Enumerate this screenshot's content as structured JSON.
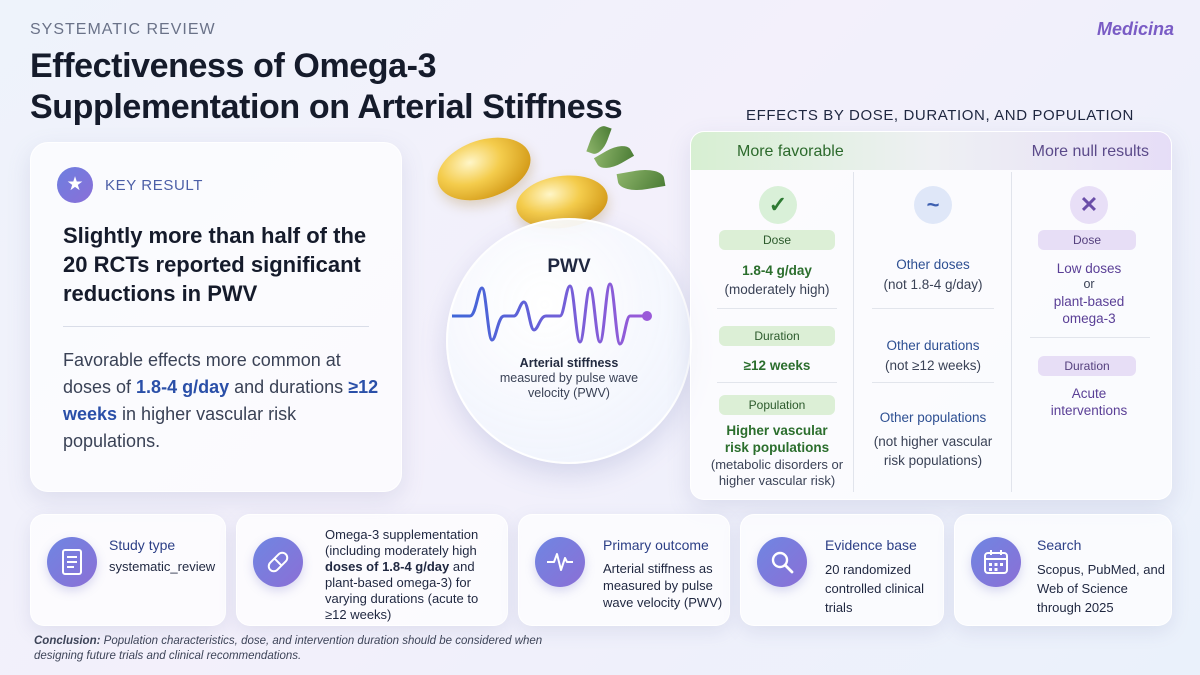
{
  "eyebrow": "SYSTEMATIC REVIEW",
  "journal": "Medicina",
  "title": "Effectiveness of Omega-3 Supplementation on Arterial Stiffness",
  "key_result": {
    "icon": "star-icon",
    "label": "KEY RESULT",
    "headline": "Slightly more than half of the 20 RCTs reported significant reductions in PWV",
    "body_1": "Favorable effects more common at doses of ",
    "body_dose": "1.8-4 g/day",
    "body_2": " and durations ",
    "body_duration": "≥12 weeks",
    "body_3": " in higher vascular risk populations."
  },
  "pwv": {
    "title": "PWV",
    "caption_1": "Arterial stiffness",
    "caption_2": "measured by pulse wave velocity (PWV)"
  },
  "effects": {
    "heading": "EFFECTS BY DOSE, DURATION, AND POPULATION",
    "favorable_label": "More favorable",
    "null_label": "More null results",
    "favorable": {
      "icon": "check-icon",
      "dose_tag": "Dose",
      "dose_value": "1.8-4 g/day",
      "dose_note": "(moderately high)",
      "duration_tag": "Duration",
      "duration_value": "≥12 weeks",
      "population_tag": "Population",
      "population_value": "Higher vascular risk populations",
      "population_note": "(metabolic disorders or higher vascular risk)"
    },
    "neutral": {
      "icon": "tilde-icon",
      "dose_value": "Other doses",
      "dose_note": "(not 1.8-4 g/day)",
      "duration_value": "Other durations",
      "duration_note": "(not ≥12 weeks)",
      "population_value": "Other populations",
      "population_note": "(not higher vascular risk populations)"
    },
    "null": {
      "icon": "x-icon",
      "dose_tag": "Dose",
      "dose_value_1": "Low doses",
      "dose_or": "or",
      "dose_value_2": "plant-based omega-3",
      "duration_tag": "Duration",
      "duration_value": "Acute interventions"
    }
  },
  "cards": {
    "study_type": {
      "icon": "document-icon",
      "title": "Study type",
      "body": "systematic_review"
    },
    "intervention": {
      "icon": "capsule-icon",
      "body_1": "Omega-3 supplementation (including moderately high ",
      "body_bold": "doses of 1.8-4 g/day",
      "body_2": " and plant-based omega-3) for varying durations (acute to ≥12 weeks)"
    },
    "outcome": {
      "icon": "pulse-icon",
      "title": "Primary outcome",
      "body": "Arterial stiffness as measured by pulse wave velocity (PWV)"
    },
    "evidence": {
      "icon": "magnifier-icon",
      "title": "Evidence base",
      "body": "20 randomized controlled clinical trials"
    },
    "search": {
      "icon": "calendar-icon",
      "title": "Search",
      "body": "Scopus, PubMed, and Web of Science through 2025"
    }
  },
  "conclusion": {
    "label": "Conclusion:",
    "text": " Population characteristics, dose, and intervention duration should be considered when designing future trials and clinical recommendations."
  },
  "colors": {
    "accent": "#2a4fa8",
    "favorable": "#2b6e2d",
    "null": "#5a3f96",
    "brand": "#7a5cc5"
  }
}
